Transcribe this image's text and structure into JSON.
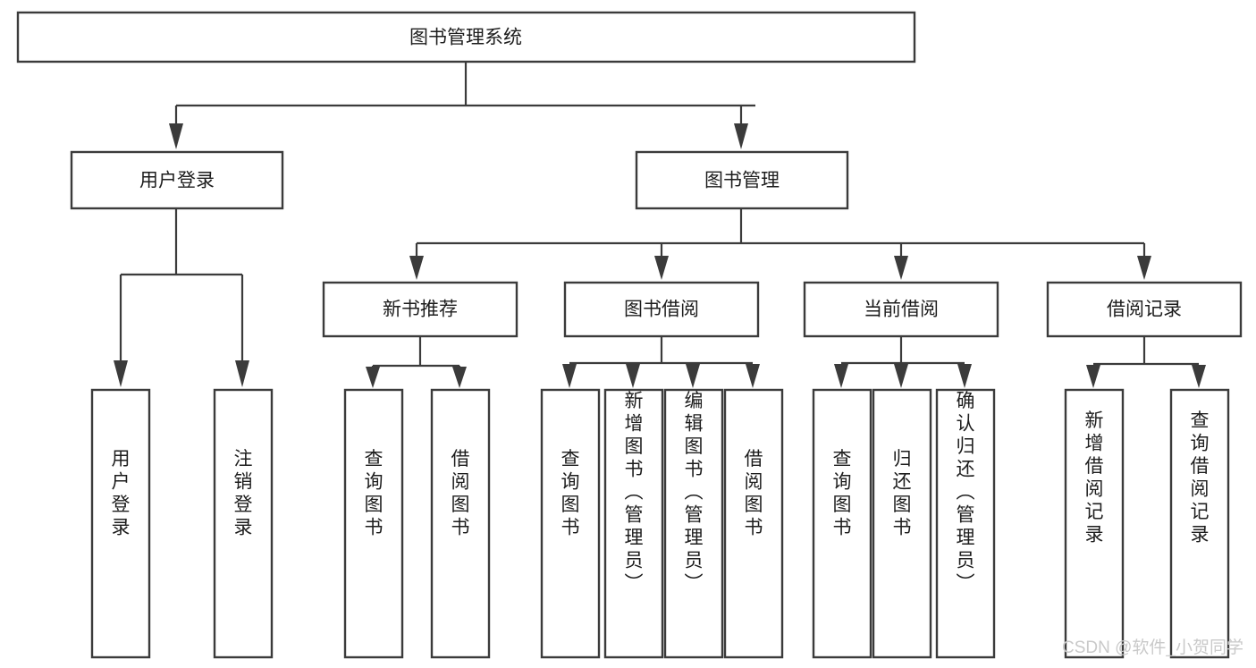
{
  "diagram": {
    "type": "hierarchy-tree",
    "title": "图书管理系统",
    "orientation": "top-down",
    "watermark": "CSDN @软件_小贺同学",
    "colors": {
      "box_fill": "#ffffff",
      "box_stroke": "#3b3b3b",
      "connector": "#3b3b3b",
      "text": "#1d1d1d",
      "watermark": "#c9c9c9",
      "background": "#ffffff"
    },
    "root": {
      "label": "图书管理系统"
    },
    "level2": [
      {
        "label": "用户登录"
      },
      {
        "label": "图书管理"
      }
    ],
    "level3": [
      {
        "label": "新书推荐"
      },
      {
        "label": "图书借阅"
      },
      {
        "label": "当前借阅"
      },
      {
        "label": "借阅记录"
      }
    ],
    "leaves": {
      "user_login": [
        {
          "label": "用户登录"
        },
        {
          "label": "注销登录"
        }
      ],
      "new_book_recommend": [
        {
          "label": "查询图书"
        },
        {
          "label": "借阅图书"
        }
      ],
      "book_borrow": [
        {
          "label": "查询图书"
        },
        {
          "label": "新增图书（管理员）"
        },
        {
          "label": "编辑图书（管理员）"
        },
        {
          "label": "借阅图书"
        }
      ],
      "current_borrow": [
        {
          "label": "查询图书"
        },
        {
          "label": "归还图书"
        },
        {
          "label": "确认归还（管理员）"
        }
      ],
      "borrow_record": [
        {
          "label": "新增借阅记录"
        },
        {
          "label": "查询借阅记录"
        }
      ]
    }
  }
}
